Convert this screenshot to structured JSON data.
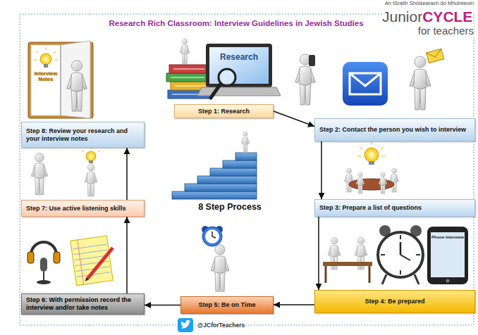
{
  "diagram": {
    "title": "Research Rich Classroom: Interview Guidelines in Jewish Studies",
    "nodes": [
      {
        "text": [
          "Step 1: Research"
        ]
      },
      {
        "text": [
          "Step 2: Contact the person you wish to interview"
        ]
      },
      {
        "text": [
          "Step 3: Prepare a list of questions"
        ]
      },
      {
        "text": [
          "Step 4: Be prepared"
        ]
      },
      {
        "text": [
          "Step 5: Be on Time"
        ]
      },
      {
        "text": [
          "Step 6: With permission record the interview and/or take notes"
        ]
      },
      {
        "text": [
          "Step 7: Use active listening skills"
        ]
      },
      {
        "text": [
          "Step 8: Review your research and your interview notes"
        ]
      }
    ],
    "edges": [
      {
        "from": 0,
        "to": 1,
        "arrow": "to"
      },
      {
        "from": 1,
        "to": 2,
        "arrow": "to"
      },
      {
        "from": 2,
        "to": 3,
        "arrow": "to"
      },
      {
        "from": 3,
        "to": 4,
        "arrow": "to"
      },
      {
        "from": 4,
        "to": 5,
        "arrow": "to"
      },
      {
        "from": 5,
        "to": 6,
        "arrow": "to"
      },
      {
        "from": 6,
        "to": 7,
        "arrow": "to"
      }
    ],
    "labels": [
      "An tSraith Shóisearach do Mhúinteoirí",
      "Junior",
      "CYCLE",
      "for teachers",
      "Interview Notes",
      "Research",
      "Phone Interview",
      "8 Step Process",
      "@JCforTeachers"
    ]
  }
}
